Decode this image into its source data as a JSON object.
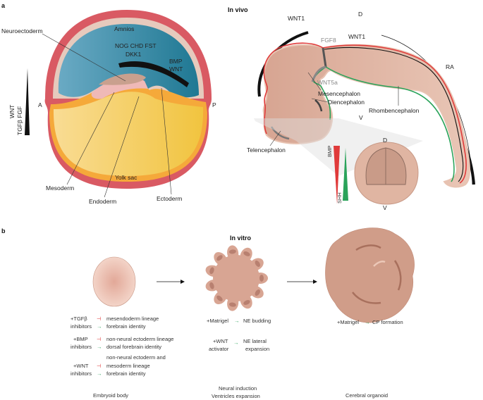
{
  "panel_a": {
    "label": "a",
    "embryo": {
      "neuroectoderm": "Neuroectoderm",
      "amnios": "Amnios",
      "inhibitors_line1": "NOG CHD FST",
      "inhibitors_line2": "DKK1",
      "signals_line1": "BMP",
      "signals_line2": "WNT",
      "anterior": "A",
      "posterior": "P",
      "gradient_line1": "WNT",
      "gradient_line2": "TGFβ FGF",
      "yolk_sac": "Yolk sac",
      "mesoderm": "Mesoderm",
      "endoderm": "Endoderm",
      "ectoderm": "Ectoderm"
    },
    "in_vivo": {
      "title": "In vivo",
      "wnt1_a": "WNT1",
      "dorsal": "D",
      "fgf8": "FGF8",
      "wnt1_b": "WNT1",
      "ra": "RA",
      "wnt5a": "WNT5a",
      "mesencephalon": "Mesencephalon",
      "diencephalon": "Diencephalon",
      "rhombencephalon": "Rhombencephalon",
      "ventral": "V",
      "telencephalon": "Telencephalon",
      "section_dorsal": "D",
      "section_ventral": "V",
      "bmp": "BMP",
      "shh": "SHH"
    }
  },
  "panel_b": {
    "label": "b",
    "title": "In vitro",
    "embryoid_treatments": [
      {
        "agent1": "+TGFβ",
        "agent2": "inhibitors",
        "block": "mesendoderm lineage",
        "promote": "forebrain identity"
      },
      {
        "agent1": "+BMP",
        "agent2": "inhibitors",
        "block": "non-neural ectoderm lineage",
        "promote": "dorsal forebrain identity"
      },
      {
        "agent1": "+WNT",
        "agent2": "inhibitors",
        "block1": "non-neural ectoderm and",
        "block": "mesoderm lineage",
        "promote": "forebrain identity"
      }
    ],
    "neural_treatments": [
      {
        "agent": "+Matrigel",
        "result": "NE budding"
      },
      {
        "agent1": "+WNT",
        "agent2": "activator",
        "result1": "NE lateral",
        "result2": "expansion"
      }
    ],
    "organoid_treatment": {
      "agent": "+Matrigel",
      "result": "CP formation"
    },
    "stages": {
      "embryoid": "Embryoid body",
      "neural_line1": "Neural induction",
      "neural_line2": "Ventricles expansion",
      "organoid": "Cerebral organoid"
    },
    "arrow_glyph": "→",
    "block_glyph": "⊣"
  },
  "colors": {
    "red": "#e03a3a",
    "green": "#2aa35a",
    "amnion": "#2b7f9a",
    "yolk": "#f3c84e",
    "tissue": "#d9ab98"
  }
}
